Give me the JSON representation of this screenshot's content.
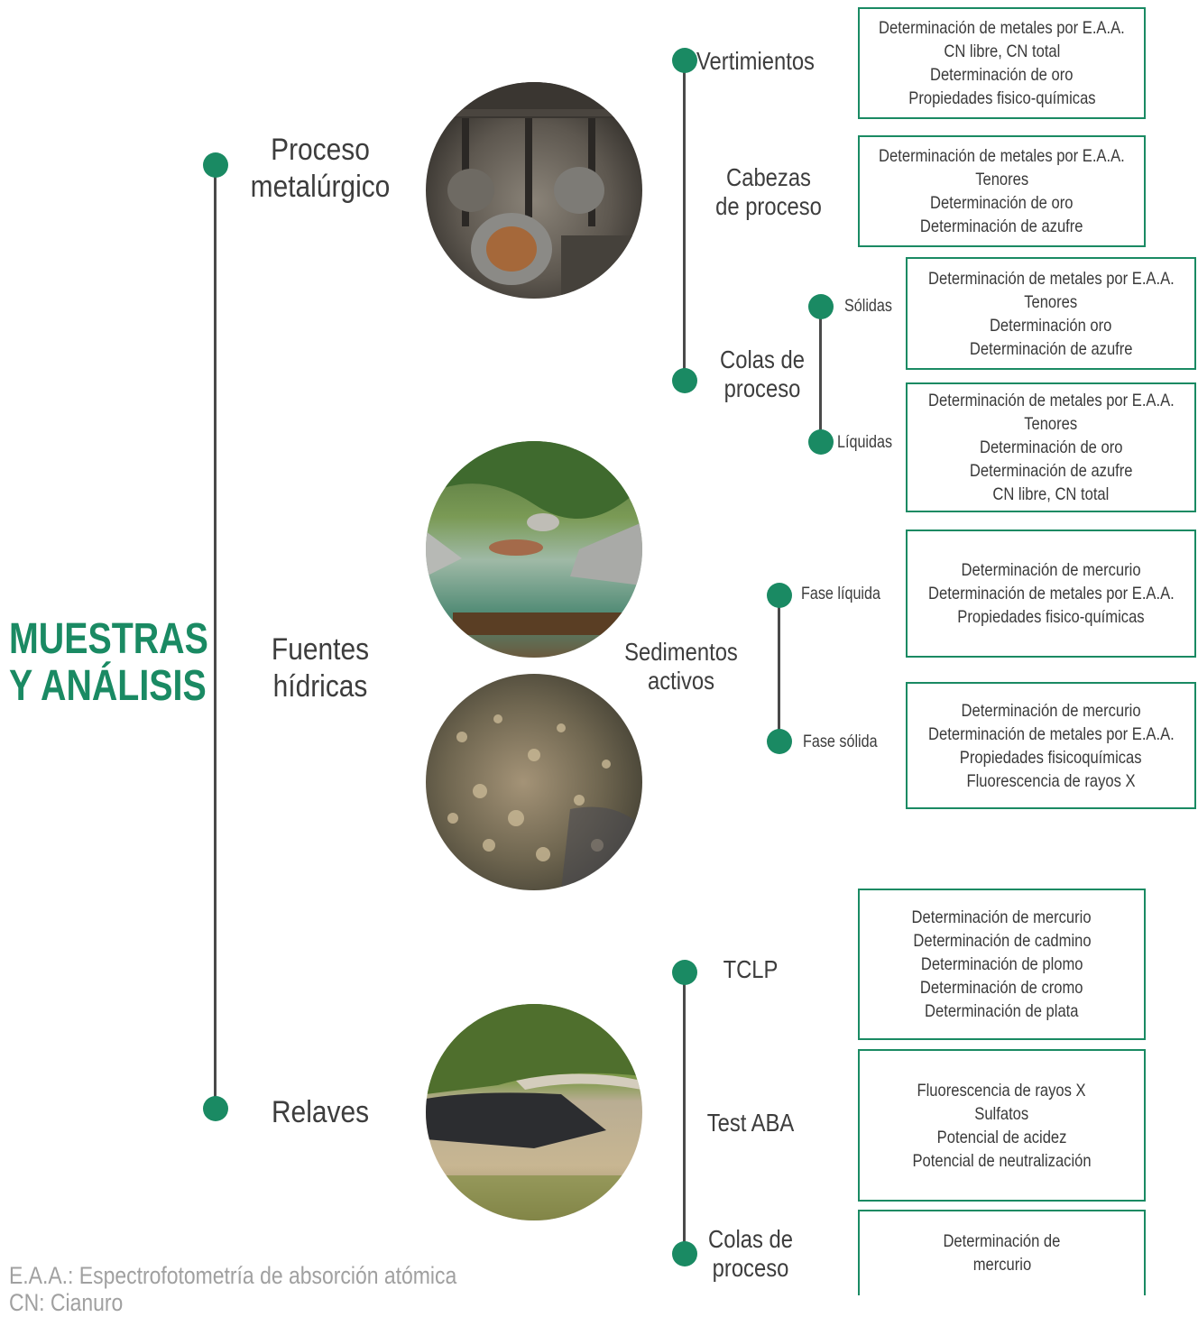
{
  "title": {
    "line1": "MUESTRAS",
    "line2": "Y ANÁLISIS"
  },
  "colors": {
    "accent": "#1a8a63",
    "line": "#4a4a4a",
    "text": "#3a3a3a",
    "footnote": "#a0a0a0"
  },
  "categories": {
    "proceso": {
      "line1": "Proceso",
      "line2": "metalúrgico"
    },
    "fuentes": {
      "line1": "Fuentes",
      "line2": "hídricas"
    },
    "relaves": "Relaves"
  },
  "proceso": {
    "vertimientos": {
      "label": "Vertimientos",
      "analyses": [
        "Determinación de metales por E.A.A.",
        "CN libre, CN total",
        "Determinación de oro",
        "Propiedades fisico-químicas"
      ]
    },
    "cabezas": {
      "line1": "Cabezas",
      "line2": "de proceso",
      "analyses": [
        "Determinación de metales por E.A.A.",
        "Tenores",
        "Determinación de oro",
        "Determinación de azufre"
      ]
    },
    "colas": {
      "line1": "Colas de",
      "line2": "proceso",
      "solidas": {
        "label": "Sólidas",
        "analyses": [
          "Determinación de metales por E.A.A.",
          "Tenores",
          "Determinación oro",
          "Determinación de azufre"
        ]
      },
      "liquidas": {
        "label": "Líquidas",
        "analyses": [
          "Determinación de metales por E.A.A.",
          "Tenores",
          "Determinación de oro",
          "Determinación de azufre",
          "CN libre, CN total"
        ]
      }
    }
  },
  "fuentes": {
    "sedimentos": {
      "line1": "Sedimentos",
      "line2": "activos"
    },
    "fase_liquida": {
      "label": "Fase líquida",
      "analyses": [
        "Determinación de mercurio",
        "Determinación de metales por E.A.A.",
        "Propiedades fisico-químicas"
      ]
    },
    "fase_solida": {
      "label": "Fase sólida",
      "analyses": [
        "Determinación de mercurio",
        "Determinación de metales por E.A.A.",
        "Propiedades fisicoquímicas",
        "Fluorescencia de rayos X"
      ]
    }
  },
  "relaves": {
    "tclp": {
      "label": "TCLP",
      "analyses": [
        "Determinación de mercurio",
        "Determinación de cadmino",
        "Determinación de plomo",
        "Determinación de cromo",
        "Determinación de plata"
      ]
    },
    "aba": {
      "label": "Test ABA",
      "analyses": [
        "Fluorescencia de rayos X",
        "Sulfatos",
        "Potencial de acidez",
        "Potencial de neutralización"
      ]
    },
    "colas": {
      "line1": "Colas de",
      "line2": "proceso",
      "analyses": [
        "Determinación de",
        "mercurio"
      ]
    }
  },
  "footnotes": {
    "eaa": "E.A.A.: Espectrofotometría de absorción atómica",
    "cn": "CN: Cianuro"
  },
  "photos": [
    "mill-machinery-photo",
    "stream-photo",
    "riverbed-photo",
    "tailings-photo"
  ]
}
